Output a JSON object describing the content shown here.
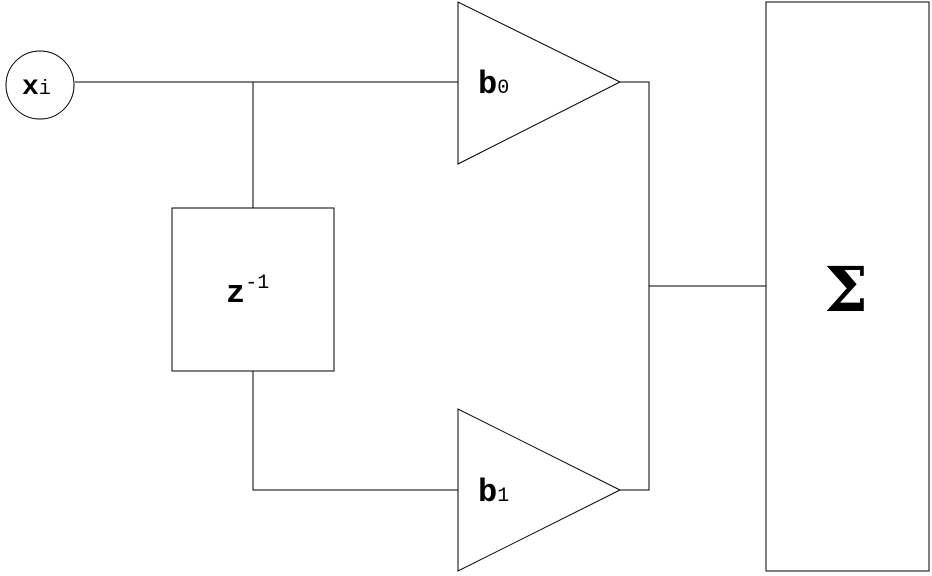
{
  "input": {
    "symbol": "x",
    "subscript": "i"
  },
  "delay": {
    "symbol": "z",
    "exponent": "-1"
  },
  "coefficients": [
    {
      "symbol": "b",
      "subscript": "0"
    },
    {
      "symbol": "b",
      "subscript": "1"
    }
  ],
  "summer": {
    "symbol": "Σ"
  },
  "colors": {
    "stroke": "#000000",
    "fill": "#ffffff",
    "text": "#000000"
  }
}
